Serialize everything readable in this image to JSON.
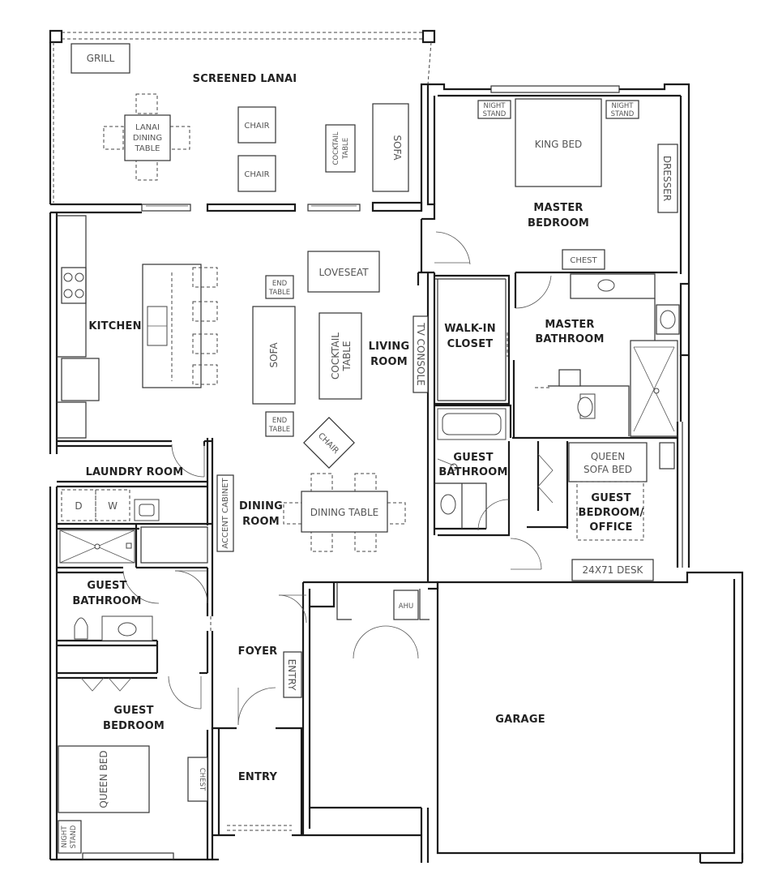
{
  "rooms": {
    "screened_lanai": "SCREENED LANAI",
    "master_bedroom": [
      "MASTER",
      "BEDROOM"
    ],
    "kitchen": "KITCHEN",
    "living_room": [
      "LIVING",
      "ROOM"
    ],
    "walk_in_closet": [
      "WALK-IN",
      "CLOSET"
    ],
    "master_bathroom": [
      "MASTER",
      "BATHROOM"
    ],
    "laundry_room": "LAUNDRY ROOM",
    "guest_bathroom_right": [
      "GUEST",
      "BATHROOM"
    ],
    "guest_bedroom_office": [
      "GUEST",
      "BEDROOM/",
      "OFFICE"
    ],
    "dining_room": [
      "DINING",
      "ROOM"
    ],
    "guest_bathroom_left": [
      "GUEST",
      "BATHROOM"
    ],
    "foyer": "FOYER",
    "guest_bedroom": [
      "GUEST",
      "BEDROOM"
    ],
    "entry": "ENTRY",
    "garage": "GARAGE"
  },
  "furniture": {
    "grill": "GRILL",
    "lanai_dining_table": [
      "LANAI",
      "DINING",
      "TABLE"
    ],
    "chair_top": "CHAIR",
    "chair_bottom": "CHAIR",
    "lanai_cocktail_table": [
      "COCKTAIL",
      "TABLE"
    ],
    "lanai_sofa": "SOFA",
    "night_stand": [
      "NIGHT",
      "STAND"
    ],
    "king_bed": "KING BED",
    "dresser": "DRESSER",
    "chest_master": "CHEST",
    "loveseat": "LOVESEAT",
    "end_table": [
      "END",
      "TABLE"
    ],
    "living_sofa": "SOFA",
    "living_cocktail_table": [
      "COCKTAIL",
      "TABLE"
    ],
    "tv_console": "TV CONSOLE",
    "living_chair": "CHAIR",
    "dryer": "D",
    "washer": "W",
    "accent_cabinet": "ACCENT CABINET",
    "dining_table": "DINING TABLE",
    "queen_sofa_bed": [
      "QUEEN",
      "SOFA BED"
    ],
    "desk": "24X71 DESK",
    "ahu": "AHU",
    "entry_bench": "ENTRY",
    "queen_bed": "QUEEN BED",
    "chest_guest": "CHEST",
    "guest_night_stand": [
      "NIGHT",
      "STAND"
    ]
  }
}
